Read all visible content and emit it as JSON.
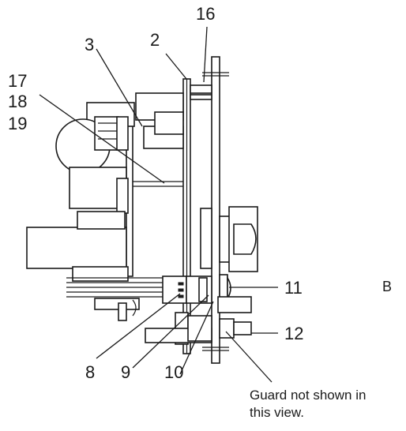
{
  "callouts": {
    "c16": "16",
    "c2": "2",
    "c3": "3",
    "c17": "17",
    "c18": "18",
    "c19": "19",
    "c11": "11",
    "cB": "B",
    "c12": "12",
    "c8": "8",
    "c9": "9",
    "c10": "10"
  },
  "note": {
    "line1": "Guard not shown in",
    "line2": "this view."
  }
}
